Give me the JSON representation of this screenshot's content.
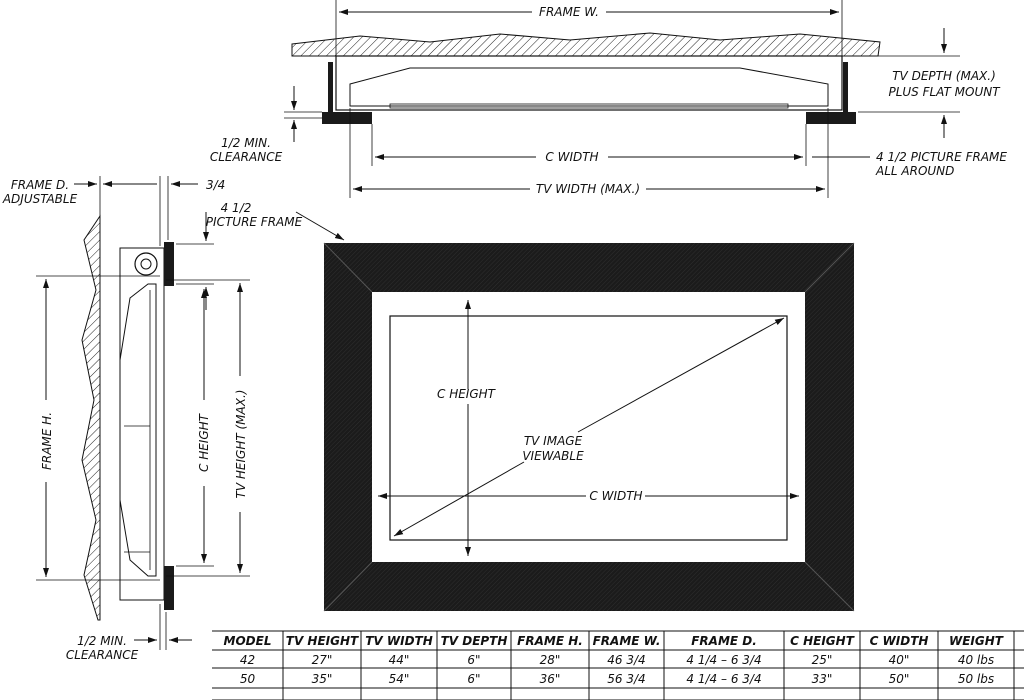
{
  "top_view": {
    "frame_w": "FRAME W.",
    "tv_depth_line1": "TV DEPTH (MAX.)",
    "tv_depth_line2": "PLUS FLAT MOUNT",
    "clearance_line1": "1/2 MIN.",
    "clearance_line2": "CLEARANCE",
    "c_width": "C WIDTH",
    "picture_frame_line1": "4 1/2 PICTURE FRAME",
    "picture_frame_line2": "ALL AROUND",
    "tv_width": "TV WIDTH (MAX.)"
  },
  "side_view": {
    "frame_d_line1": "FRAME D.",
    "frame_d_line2": "ADJUSTABLE",
    "three_quarter": "3/4",
    "picture_frame_line1": "4 1/2",
    "picture_frame_line2": "PICTURE FRAME",
    "frame_h": "FRAME H.",
    "c_height": "C HEIGHT",
    "tv_height": "TV HEIGHT (MAX.)",
    "clearance_line1": "1/2 MIN.",
    "clearance_line2": "CLEARANCE"
  },
  "front_view": {
    "c_height": "C HEIGHT",
    "c_width": "C WIDTH",
    "viewable_line1": "TV IMAGE",
    "viewable_line2": "VIEWABLE"
  },
  "table": {
    "headers": [
      "MODEL",
      "TV HEIGHT",
      "TV WIDTH",
      "TV DEPTH",
      "FRAME H.",
      "FRAME W.",
      "FRAME D.",
      "C HEIGHT",
      "C WIDTH",
      "WEIGHT"
    ],
    "rows": [
      [
        "42",
        "27\"",
        "44\"",
        "6\"",
        "28\"",
        "46  3/4",
        "4  1/4  –  6  3/4",
        "25\"",
        "40\"",
        "40  lbs"
      ],
      [
        "50",
        "35\"",
        "54\"",
        "6\"",
        "36\"",
        "56  3/4",
        "4  1/4  –  6  3/4",
        "33\"",
        "50\"",
        "50  lbs"
      ]
    ]
  }
}
